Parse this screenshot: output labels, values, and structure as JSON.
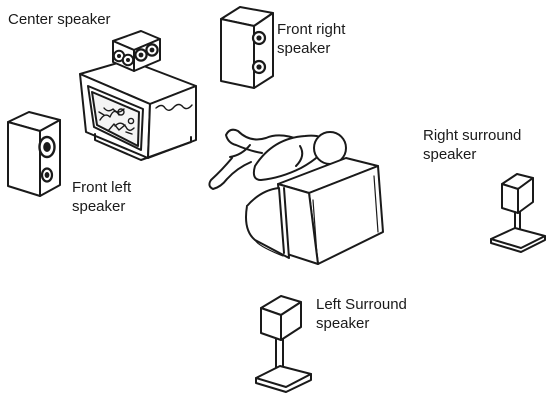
{
  "labels": {
    "center": [
      "Center speaker"
    ],
    "front_right": [
      "Front right",
      "speaker"
    ],
    "front_left": [
      "Front left",
      "speaker"
    ],
    "right_surround": [
      "Right surround",
      "speaker"
    ],
    "left_surround": [
      "Left Surround",
      "speaker"
    ]
  },
  "colors": {
    "line": "#1a1a1a",
    "fill": "#ffffff",
    "screen": "#f4f4f4"
  }
}
